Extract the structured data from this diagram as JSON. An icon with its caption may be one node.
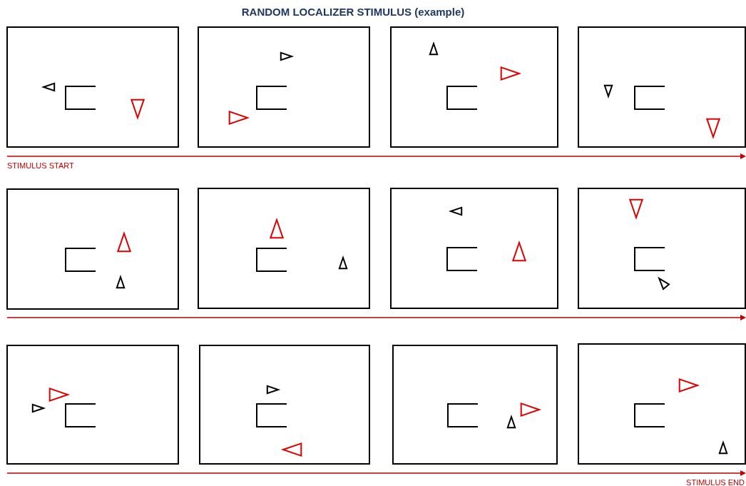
{
  "diagram": {
    "title": "RANDOM LOCALIZER STIMULUS (example)",
    "labels": [
      "STIMULUS START",
      "STIMULUS END"
    ]
  }
}
